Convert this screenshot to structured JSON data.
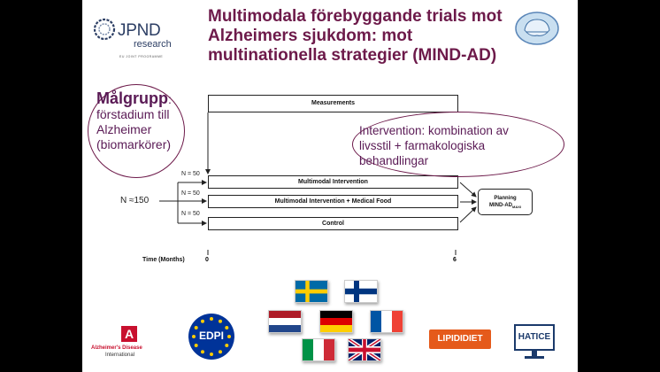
{
  "slide": {
    "title_lines": [
      "Multimodala förebyggande trials mot",
      "Alzheimers sjukdom: mot",
      "multinationella strategier (MIND-AD)"
    ],
    "title_color": "#6d1a4a",
    "background": "#ffffff",
    "letterbox_color": "#000000"
  },
  "logos": {
    "jpnd_name": "JPND",
    "jpnd_sub": "research",
    "jpnd_tagline": "EU JOINT PROGRAMME",
    "adi_mark": "A",
    "adi_line1": "Alzheimer's Disease",
    "adi_line2": "International",
    "edpi": "EDPI",
    "lipididiet": "LIPIDIDIET",
    "hatice": "HATICE"
  },
  "callouts": {
    "target_heading": "Målgrupp",
    "target_colon": ":",
    "target_lines": [
      "förstadium till",
      "Alzheimer",
      "(biomarkörer)"
    ],
    "intervention_lines": [
      "Intervention: kombination av",
      "livsstil + farmakologiska",
      "behandlingar"
    ],
    "color": "#5a1a55"
  },
  "diagram": {
    "measurements": "Measurements",
    "total": "N ≈150",
    "arms": [
      {
        "label": "Multimodal Intervention",
        "n": "N = 50"
      },
      {
        "label": "Multimodal Intervention + Medical Food",
        "n": "N = 50"
      },
      {
        "label": "Control",
        "n": "N = 50"
      }
    ],
    "planning_line1": "Planning",
    "planning_line2": "MIND-AD",
    "planning_sub": "MAXI",
    "time_label": "Time (Months)",
    "time_start": "0",
    "time_end": "6"
  },
  "flags": [
    "sweden",
    "finland",
    "netherlands",
    "germany",
    "france",
    "italy",
    "united-kingdom"
  ],
  "colors": {
    "sweden_blue": "#006aa7",
    "sweden_yellow": "#fecc00",
    "finland_blue": "#003580",
    "nl_red": "#ae1c28",
    "nl_blue": "#21468b",
    "de_black": "#000000",
    "de_red": "#dd0000",
    "de_gold": "#ffce00",
    "fr_blue": "#0055a4",
    "fr_red": "#ef4135",
    "it_green": "#009246",
    "it_red": "#ce2b37",
    "uk_blue": "#012169",
    "uk_red": "#c8102e",
    "eu_blue": "#003399",
    "eu_gold": "#ffcc00"
  }
}
